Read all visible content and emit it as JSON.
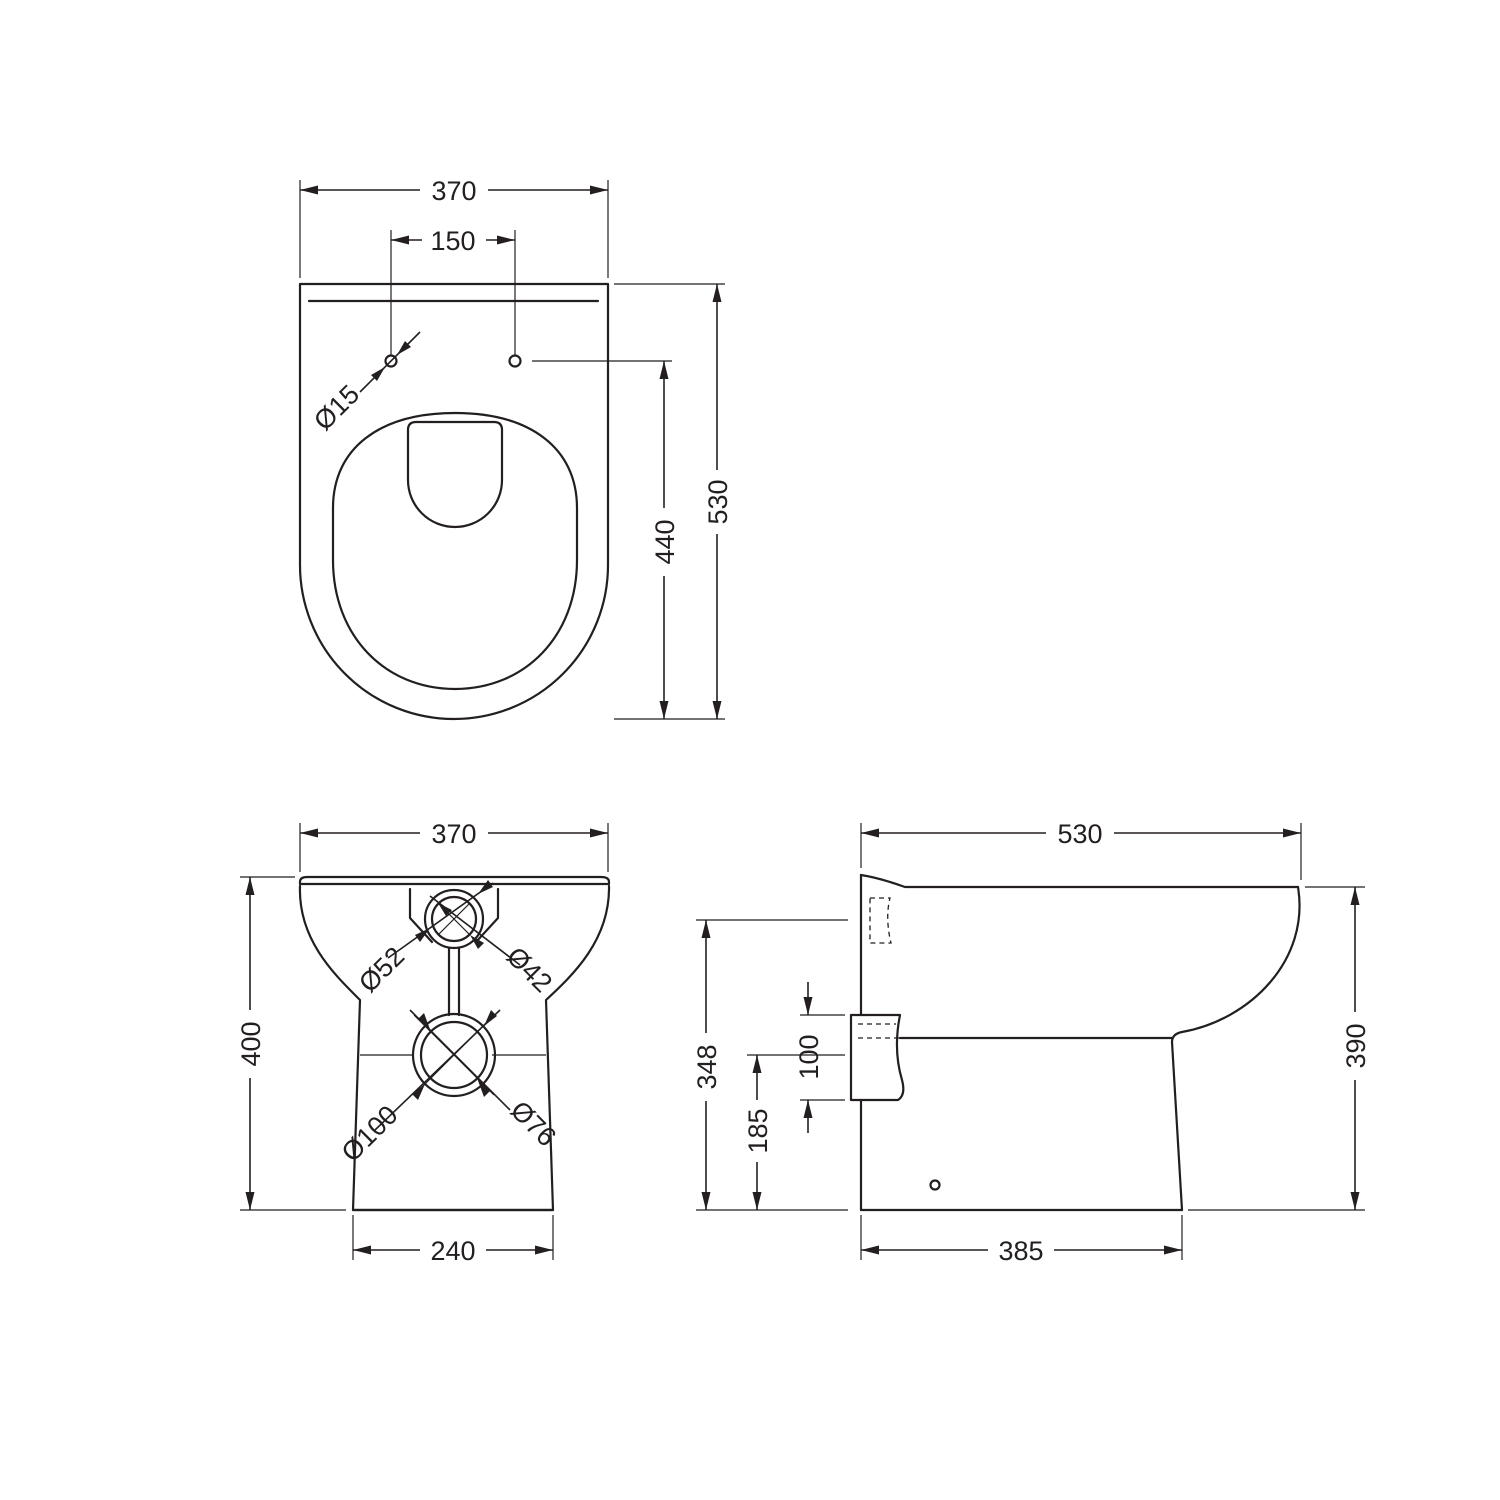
{
  "plan_view": {
    "width": "370",
    "tap_centres": "150",
    "tap_hole": "Ø15",
    "depth_to_tap": "440",
    "depth": "530"
  },
  "front_view": {
    "width": "370",
    "inlet_outer": "Ø52",
    "inlet_inner": "Ø42",
    "outlet_outer": "Ø100",
    "outlet_inner": "Ø76",
    "height": "400",
    "base_width": "240"
  },
  "side_view": {
    "depth": "530",
    "height": "390",
    "inlet_height": "348",
    "outlet_height": "185",
    "outlet_size": "100",
    "base_depth": "385"
  }
}
